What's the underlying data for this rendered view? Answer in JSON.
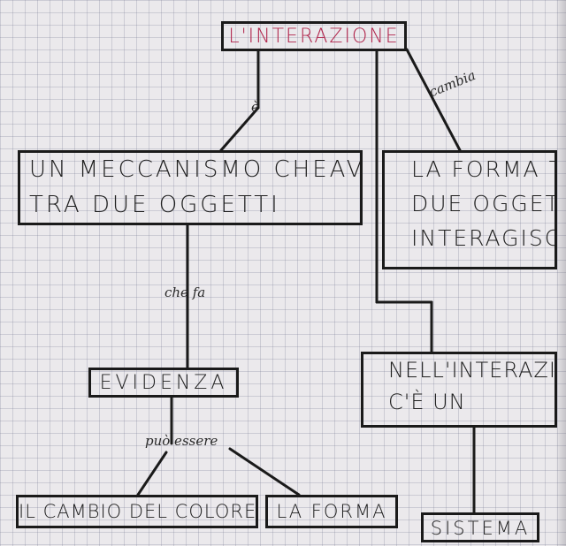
{
  "nodes": {
    "root": {
      "label": "L'INTERAZIONE"
    },
    "meccanismo": {
      "line1": "UN MECCANISMO CHEAVVIENE",
      "line2": "TRA DUE OGGETTI"
    },
    "forma_tra": {
      "line1": "LA FORMA TRA",
      "line2": "DUE OGGETTI CHE",
      "line3": "INTERAGISCONO"
    },
    "evidenza": {
      "label": "EVIDENZA"
    },
    "nell_interazione": {
      "line1": "NELL'INTERAZIONE",
      "line2": "C'È UN"
    },
    "cambio_colore": {
      "label": "IL CAMBIO DEL COLORE"
    },
    "la_forma": {
      "label": "LA FORMA"
    },
    "sistema": {
      "label": "SISTEMA"
    }
  },
  "links": {
    "e": "è",
    "cambia": "cambia",
    "che_fa": "che fa",
    "puo_essere": "può essere"
  },
  "colors": {
    "root_text": "#b0234a",
    "ink": "#1a1a1a",
    "grid_paper": "#ebe9ec"
  }
}
